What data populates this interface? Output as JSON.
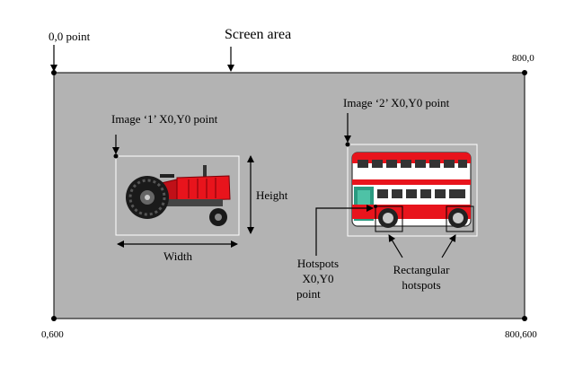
{
  "labels": {
    "origin": "0,0 point",
    "screen_area": "Screen area",
    "top_right": "800,0",
    "bottom_left": "0,600",
    "bottom_right": "800,600",
    "image1_origin": "Image ‘1’ X0,Y0 point",
    "image2_origin": "Image ‘2’ X0,Y0 point",
    "height": "Height",
    "width": "Width",
    "hotspots_line1": "Hotspots",
    "hotspots_line2": "X0,Y0",
    "hotspots_line3": "point",
    "rect_line1": "Rectangular",
    "rect_line2": "hotspots"
  },
  "colors": {
    "screen_fill": "#b3b3b3",
    "tractor_red": "#e8141c",
    "bus_red": "#e8141c",
    "bus_white": "#ffffff",
    "bus_teal": "#2a9a80"
  },
  "icons": {
    "image1": "tractor-icon",
    "image2": "double-decker-bus-icon"
  }
}
